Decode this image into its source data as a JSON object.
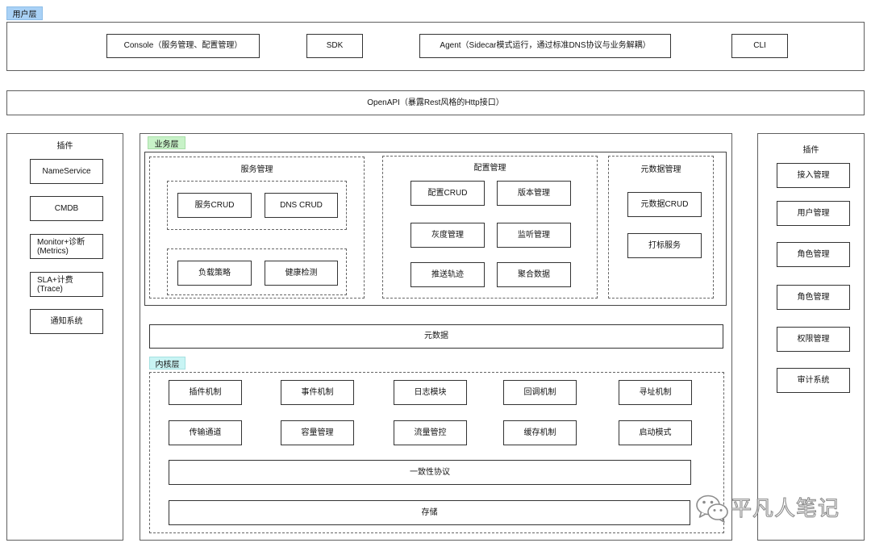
{
  "user_layer": {
    "label": "用户层",
    "items": [
      "Console（服务管理、配置管理）",
      "SDK",
      "Agent（Sidecar模式运行，通过标准DNS协议与业务解耦）",
      "CLI"
    ]
  },
  "openapi": {
    "label": "OpenAPI（暴露Rest风格的Http接口）"
  },
  "left_plugins": {
    "title": "插件",
    "items": [
      {
        "label": "NameService"
      },
      {
        "label": "CMDB"
      },
      {
        "label": "Monitor+诊断",
        "sublabel": "(Metrics)"
      },
      {
        "label": "SLA+计费",
        "sublabel": "(Trace)"
      },
      {
        "label": "通知系统"
      }
    ]
  },
  "business_layer": {
    "label": "业务层",
    "service_management": {
      "title": "服务管理",
      "groups": [
        [
          "服务CRUD",
          "DNS CRUD"
        ],
        [
          "负载策略",
          "健康检测"
        ]
      ]
    },
    "config_management": {
      "title": "配置管理",
      "items": [
        "配置CRUD",
        "版本管理",
        "灰度管理",
        "监听管理",
        "推送轨迹",
        "聚合数据"
      ]
    },
    "metadata_management": {
      "title": "元数据管理",
      "items": [
        "元数据CRUD",
        "打标服务"
      ]
    }
  },
  "metadata": {
    "label": "元数据"
  },
  "kernel_layer": {
    "label": "内核层",
    "modules": [
      [
        "插件机制",
        "事件机制",
        "日志模块",
        "回调机制",
        "寻址机制"
      ],
      [
        "传输通道",
        "容量管理",
        "流量管控",
        "缓存机制",
        "启动模式"
      ]
    ],
    "consensus": "一致性协议",
    "storage": "存储"
  },
  "right_plugins": {
    "title": "插件",
    "items": [
      "接入管理",
      "用户管理",
      "角色管理",
      "角色管理",
      "权限管理",
      "审计系统"
    ]
  },
  "watermark": {
    "icon": "wechat-icon",
    "text": "平凡人笔记"
  },
  "colors": {
    "user_tag": "#a9d1f6",
    "business_tag": "#c8f2c8",
    "kernel_tag": "#c9f4f4",
    "box_border": "#333333",
    "panel_border": "#5f5f5f",
    "watermark": "#8c8c8c"
  }
}
